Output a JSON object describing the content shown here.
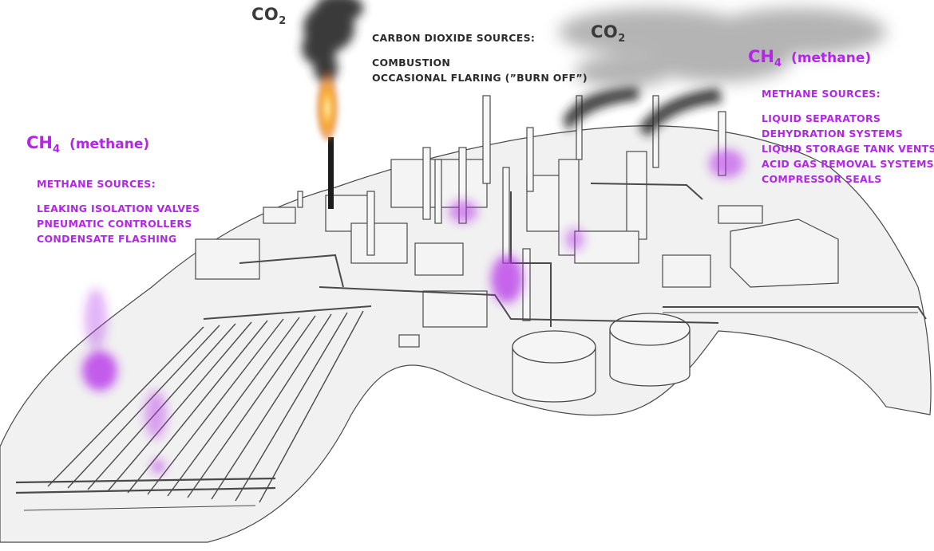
{
  "co2_labels": [
    {
      "main": "CO",
      "sub": "2"
    },
    {
      "main": "CO",
      "sub": "2"
    }
  ],
  "co2_panel": {
    "heading": "CARBON DIOXIDE SOURCES:",
    "items": [
      "COMBUSTION",
      "OCCASIONAL FLARING (”BURN OFF”)"
    ]
  },
  "left_methane": {
    "formula_main": "CH",
    "formula_sub": "4",
    "name": "(methane)",
    "heading": "METHANE SOURCES:",
    "items": [
      "LEAKING ISOLATION VALVES",
      "PNEUMATIC CONTROLLERS",
      "CONDENSATE FLASHING"
    ]
  },
  "right_methane": {
    "formula_main": "CH",
    "formula_sub": "4",
    "name": "(methane)",
    "heading": "METHANE SOURCES:",
    "items": [
      "LIQUID SEPARATORS",
      "DEHYDRATION SYSTEMS",
      "LIQUID STORAGE TANK VENTS",
      "ACID GAS REMOVAL SYSTEMS",
      "COMPRESSOR SEALS"
    ]
  },
  "colors": {
    "methane": "#b326e8",
    "text_dark": "#2b2b2b",
    "smoke": "#2a2a2a",
    "flame": "#f08a1c",
    "sketch_line": "#4a4a4a",
    "ground": "#f1f1f1"
  }
}
